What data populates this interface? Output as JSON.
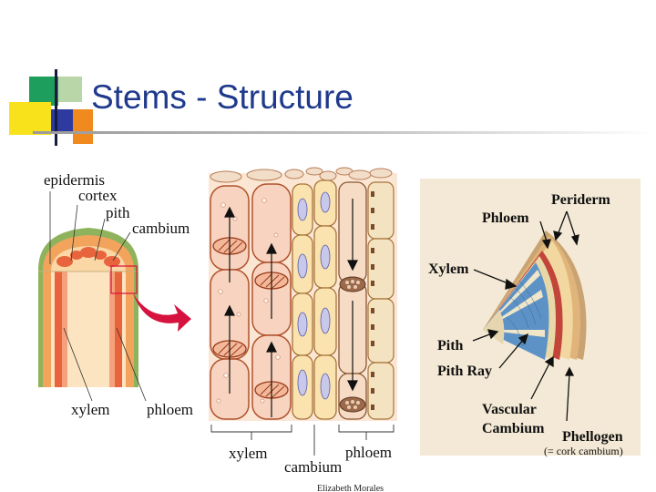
{
  "slide": {
    "title": "Stems - Structure"
  },
  "left_diagram": {
    "labels": {
      "epidermis": "epidermis",
      "cortex": "cortex",
      "pith": "pith",
      "cambium": "cambium",
      "xylem": "xylem",
      "phloem": "phloem"
    }
  },
  "middle_diagram": {
    "labels": {
      "xylem": "xylem",
      "cambium": "cambium",
      "phloem": "phloem",
      "credit": "Elizabeth Morales"
    }
  },
  "right_diagram": {
    "labels": {
      "periderm": "Periderm",
      "phloem": "Phloem",
      "xylem": "Xylem",
      "pith": "Pith",
      "pith_ray": "Pith Ray",
      "vascular": "Vascular",
      "cambium": "Cambium",
      "phellogen": "Phellogen",
      "cork_note": "(= cork cambium)"
    }
  },
  "colors": {
    "title": "#1f3a8c",
    "deco_yellow": "#f7e21c",
    "deco_green": "#1e9e5c",
    "deco_blue": "#2d3aa0",
    "deco_orange": "#f08a1e",
    "arrow_red": "#d6123e"
  }
}
